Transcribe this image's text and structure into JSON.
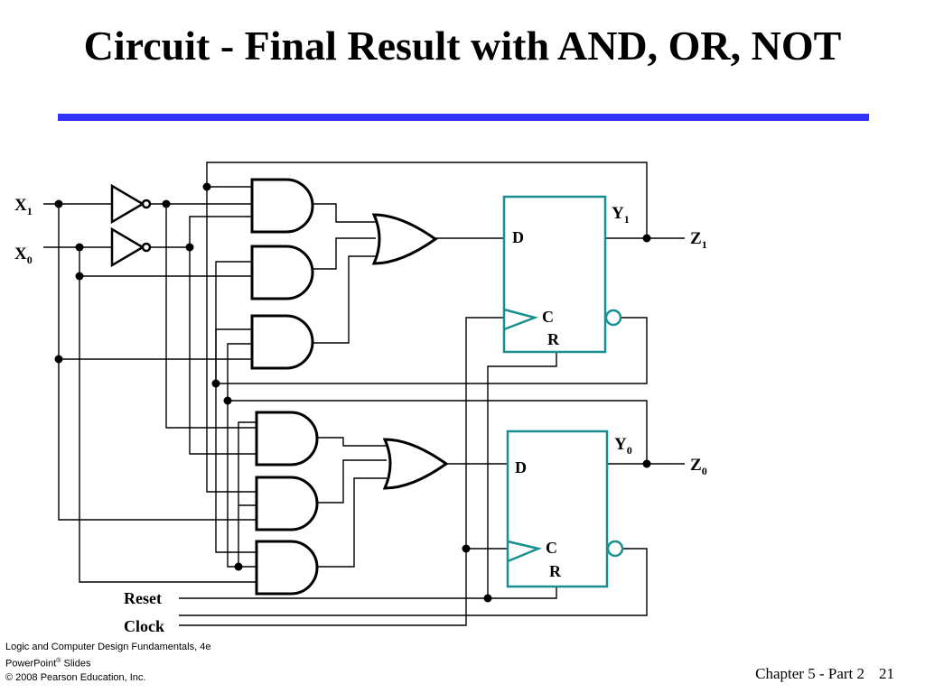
{
  "slide": {
    "title": "Circuit - Final Result with AND, OR, NOT",
    "footer_line1": "Logic and Computer Design Fundamentals, 4e",
    "footer_line2_main": "PowerPoint",
    "footer_line2_sup": "®",
    "footer_line2_rest": " Slides",
    "footer_line3": "© 2008 Pearson Education, Inc.",
    "chapter": "Chapter 5 - Part 2",
    "page_number": "21"
  },
  "diagram": {
    "inputs": {
      "x1": {
        "base": "X",
        "sub": "1"
      },
      "x0": {
        "base": "X",
        "sub": "0"
      },
      "reset": "Reset",
      "clock": "Clock"
    },
    "outputs": {
      "z1": {
        "base": "Z",
        "sub": "1"
      },
      "z0": {
        "base": "Z",
        "sub": "0"
      }
    },
    "flip_flop_top": {
      "d": "D",
      "c": "C",
      "r": "R",
      "q": {
        "base": "Y",
        "sub": "1"
      }
    },
    "flip_flop_bottom": {
      "d": "D",
      "c": "C",
      "r": "R",
      "q": {
        "base": "Y",
        "sub": "0"
      }
    },
    "colors": {
      "wire": "#000000",
      "flip_flop": "#1a8f8f",
      "title_rule": "#3333ff"
    }
  }
}
